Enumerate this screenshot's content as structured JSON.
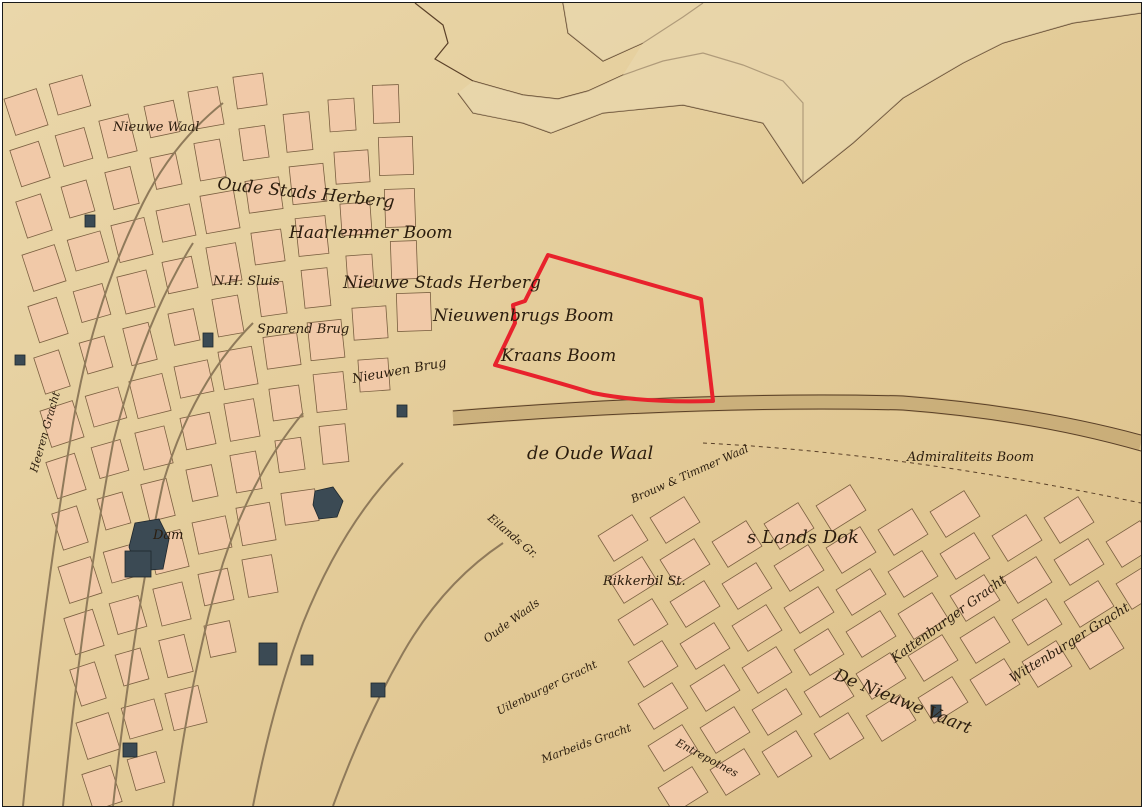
{
  "map": {
    "colors": {
      "paper": "#e8d3a6",
      "water": "#d9c190",
      "block": "#f1c9a8",
      "street": "#e9d6b0",
      "ink": "#2b1d0e",
      "building": "#3b4a54",
      "highlight": "#e8222c"
    },
    "labels": {
      "nieuwe_waal": "Nieuwe Waal",
      "oude_stads_herberg": "Oude Stads Herberg",
      "haarlemmer_boom": "Haarlemmer Boom",
      "nieuwe_stads_herberg": "Nieuwe Stads Herberg",
      "nieuwenbrugs_boom": "Nieuwenbrugs Boom",
      "kraans_boom": "Kraans Boom",
      "sparend_brug": "Sparend Brug",
      "nieuwen_brug": "Nieuwen Brug",
      "hh_sluis": "N.H. Sluis",
      "de_oude_waal": "de Oude Waal",
      "brouw_timmer_waal": "Brouw & Timmer Waal",
      "s_lands_dok": "s Lands Dok",
      "admiraliteits_boom": "Admiraliteits Boom",
      "rikkerbil_st": "Rikkerbil St.",
      "kattenburger_gracht": "Kattenburger Gracht",
      "wittenburger_gracht": "Wittenburger Gracht",
      "de_nieuwe_vaart": "De Nieuwe Vaart",
      "eilands_gr": "Eilands Gr.",
      "oude_waals": "Oude Waals",
      "entrepotnes": "Entrepotnes",
      "marbeids_gracht": "Marbeids Gracht",
      "uilenburger_gracht": "Uilenburger Gracht",
      "heerengracht": "Heeren Gracht",
      "dam": "Dam"
    }
  }
}
